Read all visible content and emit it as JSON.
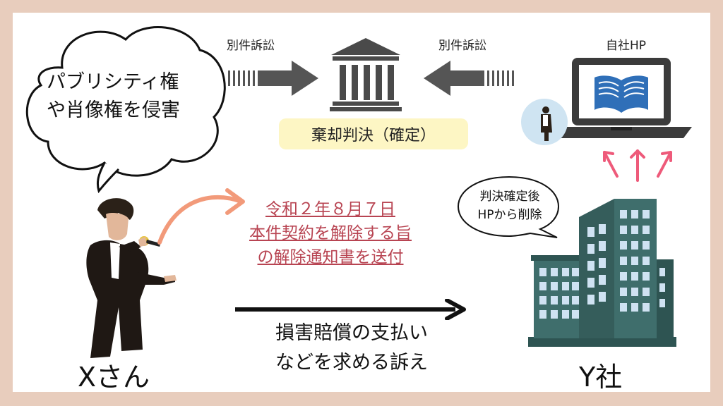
{
  "thought_bubble": {
    "line1": "パブリシティ権",
    "line2": "や肖像権を侵害"
  },
  "lawsuit_left_label": "別件訴訟",
  "lawsuit_right_label": "別件訴訟",
  "verdict": "棄却判決（確定）",
  "company_hp_label": "自社HP",
  "company_speech": {
    "line1": "判決確定後",
    "line2": "HPから削除"
  },
  "notice": {
    "line1": "令和２年８月７日",
    "line2": "本件契約を解除する旨",
    "line3": "の解除通知書を送付"
  },
  "claim": {
    "line1": "損害賠償の支払い",
    "line2": "などを求める訴え"
  },
  "party_x": "Xさん",
  "party_y": "Y社",
  "colors": {
    "background_frame": "#e8cdbd",
    "verdict_highlight": "#fdf6c4",
    "notice_text": "#b84452",
    "curved_arrow": "#f29a7a",
    "pink_arrows": "#ee5a7a",
    "building": "#3f6e6c",
    "book": "#2f6fb8",
    "laptop": "#3b3b3b",
    "gray_arrows": "#555555"
  }
}
